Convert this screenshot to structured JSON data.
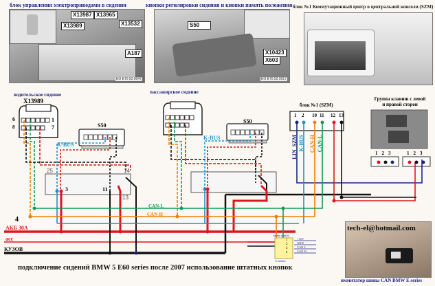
{
  "captions": {
    "seat_module": "блок управления электроприводами в сидении",
    "seat_buttons": "кнопки регилировки сидения и кнопки память положения",
    "szm_photo": "блок №1 Коммутационный центр в центральной консоли (SZM)",
    "driver_seat": "водительское сидение",
    "passenger_seat": "пассажирское сидение",
    "szm_block": "блок №1 (SZM)",
    "button_group": [
      "Группа клавиш с левой",
      "и правой сторон"
    ],
    "emulator": "иммитатор шины CAN BMW E series",
    "footer": "подключение сидений BMW 5 E60 series после 2007 использование штатных кнопок"
  },
  "photo_tags": {
    "seat_module": [
      "X13987",
      "X13965",
      "X13989",
      "X13532",
      "A187"
    ],
    "seat_module_code": "EO E70 52 0047",
    "seat_buttons": [
      "S50",
      "X10423",
      "X603"
    ],
    "seat_buttons_code": "EO E70 52 0017"
  },
  "connectors": {
    "x13989": "X13989",
    "s50": "S50",
    "pin_labels": {
      "p6": "6",
      "p1": "1",
      "p8": "8",
      "p7": "7",
      "p25": "25",
      "p14": "14",
      "p13": "13",
      "p3": "3",
      "p11": "11"
    }
  },
  "bus_labels": {
    "kbus": "K-BUS",
    "canl": "CAN-L",
    "canh": "CAN-H",
    "lin": "LIN_SZM"
  },
  "szm_pins": [
    "1",
    "2",
    "10",
    "11",
    "12",
    "13"
  ],
  "button_pins": [
    "1",
    "2",
    "3"
  ],
  "power_rails": {
    "num": "4",
    "akb": "АКБ 30А",
    "acc": "acc",
    "body": "КУЗОВ"
  },
  "emulator_box": {
    "title": "seats control",
    "subtitle": "E series",
    "pins": [
      "1",
      "2",
      "3",
      "4"
    ],
    "signals": [
      "+12V",
      "GND",
      "CAN L",
      "CAN H"
    ]
  },
  "email": "tech-el@hotmail.com",
  "colors": {
    "red": "#e0141e",
    "black": "#111111",
    "orange": "#f07d00",
    "green": "#0f9a55",
    "blue": "#1e90c8",
    "navy": "#1a237e"
  }
}
